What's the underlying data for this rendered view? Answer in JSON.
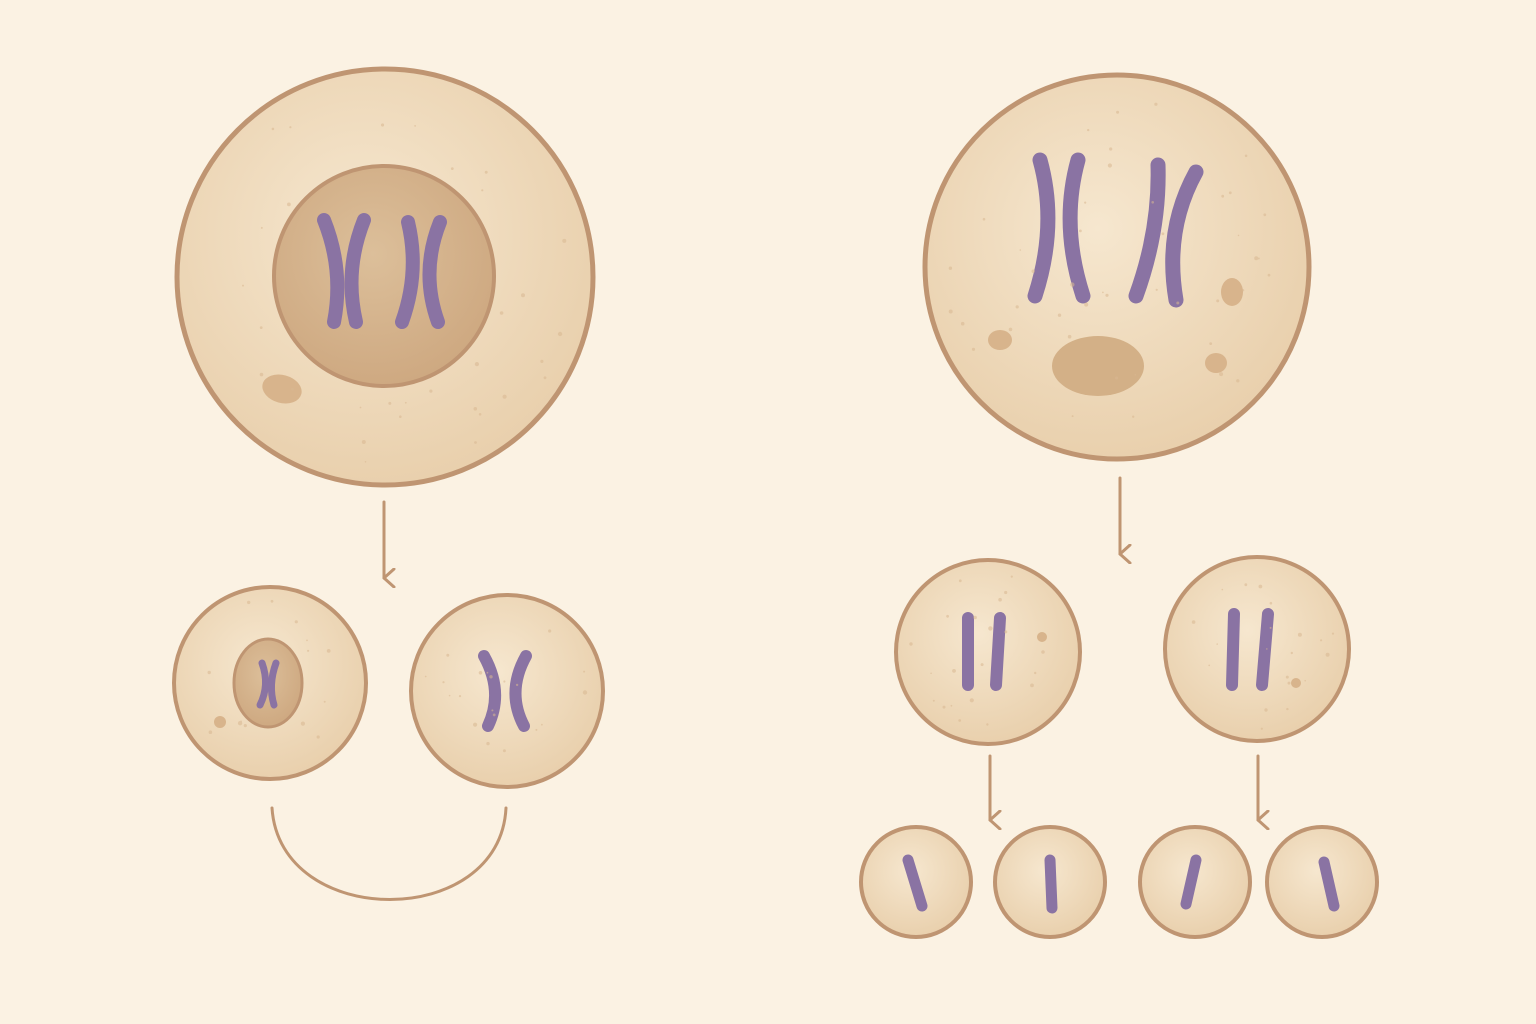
{
  "colors": {
    "background": "#fbf2e3",
    "cell_fill": "#efd9b8",
    "cell_fill_inner": "#f5e6cc",
    "cell_outline": "#bf9572",
    "nucleus_fill": "#d6b58e",
    "organelle": "#d8b48c",
    "chromosome": "#8a73a3",
    "chromosome_dark": "#6f5a8c",
    "arrow": "#bf9572"
  },
  "icons": [
    "cell-icon",
    "nucleus-icon",
    "x-chromosome-icon",
    "single-chromatid-icon",
    "down-arrow-icon"
  ],
  "diagram": {
    "mitosis": {
      "parent": {
        "chromosomes": 2,
        "has_nucleus": true
      },
      "daughters": [
        {
          "chromosomes": 1,
          "has_nucleus": true
        },
        {
          "chromosomes": 1,
          "has_nucleus": false
        }
      ],
      "connector": "arc"
    },
    "meiosis": {
      "parent": {
        "chromosomes": 2,
        "has_nucleus": false
      },
      "stage_one": [
        {
          "chromosomes": 2
        },
        {
          "chromosomes": 2
        }
      ],
      "stage_two": [
        {
          "chromosomes": 1
        },
        {
          "chromosomes": 1
        },
        {
          "chromosomes": 1
        },
        {
          "chromosomes": 1
        }
      ]
    }
  }
}
